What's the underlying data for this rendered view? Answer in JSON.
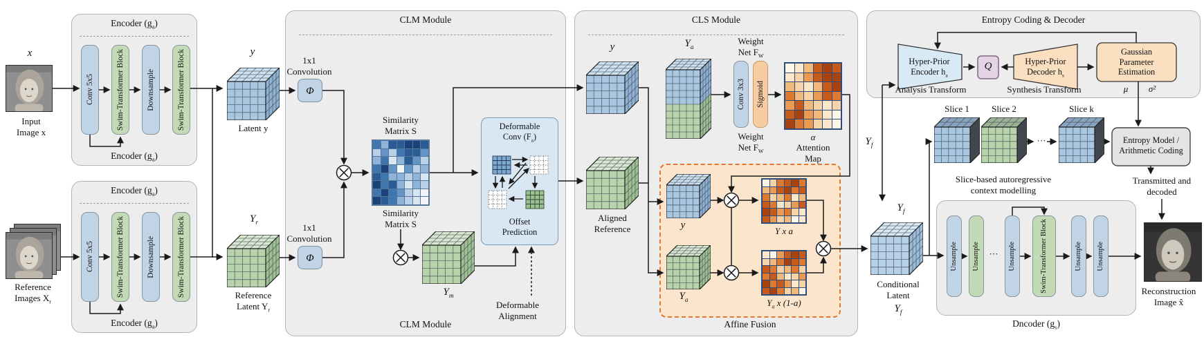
{
  "labels": {
    "x_sym": "x",
    "input_caption_1": "Input",
    "input_caption_2": "Image x",
    "ref_caption_1": "Reference",
    "ref_caption_2pre": "Images X",
    "enc_pre": "Encoder (g",
    "paren": ")",
    "latent_y_sym": "y",
    "latent_y": "Latent y",
    "yr_pre": "Y",
    "ref_latent_1": "Reference",
    "ref_latent_2pre": "Latent Y",
    "clm_title": "CLM Module",
    "conv1x1_1": "1x1",
    "conv1x1_2": "Convolution",
    "phi": "Φ",
    "sim_1": "Similarity",
    "sim_2": "Matrix S",
    "defconv_1": "Deformable",
    "defconv_2pre": "Conv (F",
    "offset_1": "Offset",
    "offset_2": "Prediction",
    "ym_pre": "Y",
    "defalign_1": "Deformable",
    "defalign_2": "Alignment",
    "cls_title": "CLS Module",
    "cls_y_sym": "y",
    "ya_pre": "Y",
    "weight_1": "Weight",
    "weight_2pre": "Net F",
    "conv3x3": "Conv 3x3",
    "sigmoid": "Sigmoid",
    "alpha": "α",
    "attn_1": "Attention",
    "attn_2": "Map",
    "aligned_1": "Aligned",
    "aligned_2": "Reference",
    "yxa": "Y x a",
    "yax_post": " x (1-a)",
    "affine_title": "Affine Fusion",
    "yf_pre": "Y",
    "cond_1": "Conditional",
    "cond_2": "Latent",
    "entropy_title": "Entropy Coding & Decoder",
    "hpe_1": "Hyper-Prior",
    "hpe_2pre": "Encoder h",
    "q": "Q",
    "hpd_1": "Hyper-Prior",
    "hpd_2pre": "Decoder h",
    "gauss_1": "Gaussian",
    "gauss_2": "Parameter",
    "gauss_3": "Estimation",
    "analysis": "Analysis Transform",
    "synthesis": "Synthesis Transform",
    "mu": "μ",
    "sigma2": "σ²",
    "slice1": "Slice 1",
    "slice2": "Slice 2",
    "slicek": "Slice k",
    "em_1": "Entropy Model /",
    "em_2": "Arithmetic Coding",
    "slice_caption_1": "Slice-based autoregressive",
    "slice_caption_2": "context modelling",
    "trans_1": "Transmitted and",
    "trans_2": "decoded",
    "dnc_pre": "Dncoder (g",
    "recon_1": "Reconstruction",
    "recon_2": "Image x̂",
    "dots": "···"
  },
  "subs": {
    "a": "a",
    "s": "s",
    "r": "r",
    "m": "m",
    "f": "f",
    "W": "W"
  },
  "encoder": {
    "blocks": [
      "Conv 5x5",
      "Swim-Transformer Block",
      "Downsample",
      "Swim-Transformer Block"
    ]
  },
  "decoder": {
    "blocks": [
      "Unsample",
      "Unsample",
      "Unsample",
      "Swim-Transformer Block",
      "Unsample",
      "Unsample"
    ]
  },
  "colors": {
    "module_bg": "#ededee",
    "module_border": "#b3b3b3",
    "block_blue": "#c0d4e6",
    "block_green": "#c2dab6",
    "sigmoid_orange": "#f6cda2",
    "defconv_bg": "#d9e7f3",
    "affine_bg": "#fbe6cd",
    "affine_border": "#de7a35",
    "q_bg": "#e4d3e4",
    "hyper_enc": "#d8eaf5",
    "hyper_dec": "#fadfc0",
    "gauss": "#fadfc0",
    "entropy_model_bg": "#e3e5e5",
    "cube_blue": {
      "top": "#cfe2f1",
      "front": "#a9c6e0",
      "side": "#90b2d2"
    },
    "cube_green": {
      "top": "#d9e8d0",
      "front": "#b8d2ab",
      "side": "#9fc093"
    },
    "cube_lblue": {
      "top": "#d8e8f4",
      "front": "#b6d0e8",
      "side": "#9dbdda"
    },
    "slab_top_blue": "#8aa4bf",
    "slab_top_green": "#9db398",
    "slab_side": "#43484e"
  },
  "heatmaps": {
    "similarity": {
      "line": "#56779c",
      "palette": [
        "#f2f6fb",
        "#d9e6f2",
        "#b9d0e7",
        "#8fb4d8",
        "#6495c4",
        "#3f76ae",
        "#2a5b94",
        "#1b4379"
      ],
      "grid": [
        [
          5,
          3,
          6,
          6,
          7,
          7,
          6
        ],
        [
          2,
          4,
          2,
          5,
          6,
          6,
          4
        ],
        [
          3,
          5,
          1,
          3,
          6,
          4,
          2
        ],
        [
          5,
          7,
          4,
          0,
          4,
          2,
          3
        ],
        [
          6,
          5,
          3,
          3,
          2,
          3,
          1
        ],
        [
          7,
          5,
          6,
          3,
          1,
          3,
          2
        ],
        [
          5,
          7,
          5,
          4,
          2,
          1,
          0
        ],
        [
          7,
          6,
          5,
          3,
          2,
          1,
          0
        ]
      ]
    },
    "attention": {
      "line": "#2e4d7b",
      "palette": [
        "#fdf6e8",
        "#fbe8cc",
        "#f7d4a8",
        "#f2b97d",
        "#ea9a52",
        "#de7a30",
        "#c55a1b",
        "#a8430f"
      ],
      "grid": [
        [
          0,
          1,
          3,
          6,
          7,
          6
        ],
        [
          1,
          2,
          4,
          6,
          7,
          7
        ],
        [
          3,
          2,
          1,
          3,
          6,
          7
        ],
        [
          5,
          3,
          2,
          4,
          6,
          5
        ],
        [
          4,
          6,
          3,
          2,
          1,
          2
        ],
        [
          6,
          7,
          4,
          3,
          1,
          0
        ],
        [
          7,
          5,
          4,
          2,
          1,
          0
        ]
      ]
    },
    "yxa": {
      "line": "#2e4d7b",
      "palette": [
        "#fdf6e8",
        "#fbe8cc",
        "#f7d4a8",
        "#f2b97d",
        "#ea9a52",
        "#de7a30",
        "#c55a1b",
        "#a8430f"
      ],
      "grid": [
        [
          0,
          2,
          5,
          6,
          7,
          5
        ],
        [
          3,
          4,
          6,
          7,
          5,
          6
        ],
        [
          5,
          2,
          3,
          5,
          1,
          3
        ],
        [
          6,
          5,
          1,
          2,
          4,
          6
        ],
        [
          7,
          6,
          4,
          5,
          2,
          1
        ],
        [
          6,
          4,
          2,
          3,
          0,
          1
        ]
      ]
    },
    "ya1a": {
      "line": "#2e4d7b",
      "palette": [
        "#fdf6e8",
        "#fbe8cc",
        "#f7d4a8",
        "#f2b97d",
        "#ea9a52",
        "#de7a30",
        "#c55a1b",
        "#a8430f"
      ],
      "grid": [
        [
          1,
          0,
          4,
          6,
          7,
          6
        ],
        [
          2,
          3,
          5,
          7,
          6,
          5
        ],
        [
          6,
          5,
          2,
          3,
          5,
          2
        ],
        [
          5,
          6,
          3,
          1,
          2,
          4
        ],
        [
          7,
          5,
          6,
          4,
          1,
          2
        ],
        [
          6,
          7,
          5,
          2,
          3,
          0
        ]
      ]
    }
  }
}
